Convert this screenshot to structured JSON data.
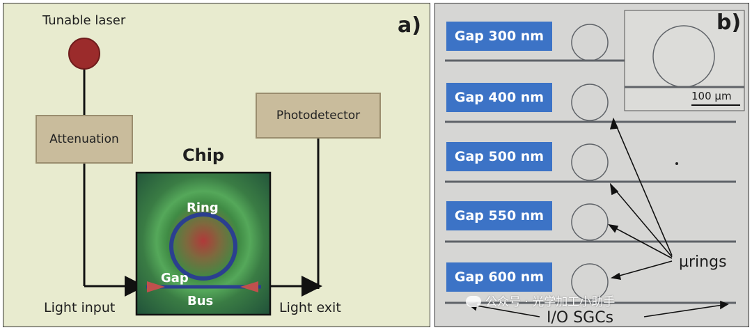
{
  "panel_a": {
    "letter": "a)",
    "laser_label": "Tunable laser",
    "attenuation_label": "Attenuation",
    "photodetector_label": "Photodetector",
    "chip_label": "Chip",
    "ring_label": "Ring",
    "gap_label": "Gap",
    "bus_label": "Bus",
    "light_input_label": "Light input",
    "light_exit_label": "Light exit",
    "colors": {
      "laser": "#9b2b2b",
      "box_fill": "#c9bc9c",
      "chip_center": "#b03a3a",
      "chip_edge": "#2e6e3e",
      "arrowhead": "#c0504d"
    }
  },
  "panel_b": {
    "letter": "b)",
    "gap_labels": [
      "Gap 300 nm",
      "Gap 400 nm",
      "Gap 500 nm",
      "Gap 550 nm",
      "Gap 600 nm"
    ],
    "scale_bar_label": "100 µm",
    "rings_annotation": "µrings",
    "sgc_annotation": "I/O SGCs",
    "watermark": "公众号 · 光学加工小助手",
    "colors": {
      "gap_label_fill": "#3c73c6"
    }
  }
}
